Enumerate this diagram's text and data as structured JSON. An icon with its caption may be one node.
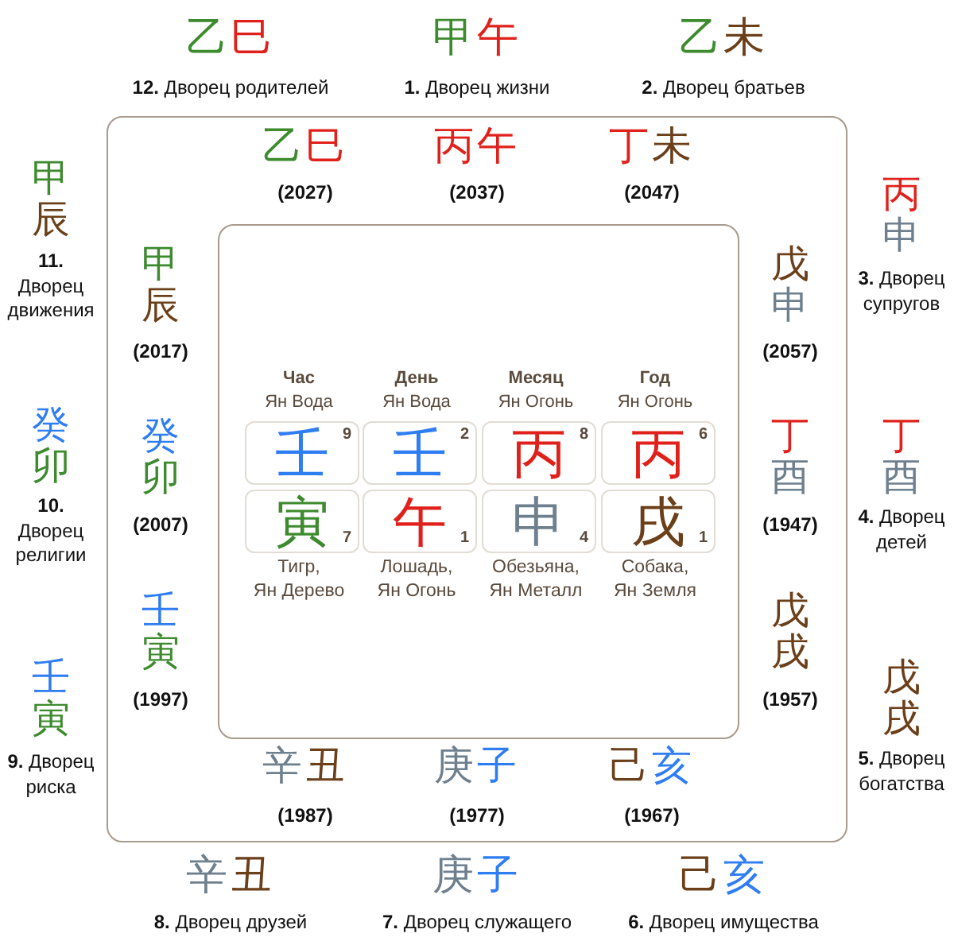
{
  "diagram": {
    "nodes": [
      {
        "text": [],
        "shape": "box"
      },
      {
        "text": [],
        "shape": "box",
        "in": 0
      },
      {
        "text": [
          "壬",
          "9"
        ],
        "in": 1
      },
      {
        "text": [
          "壬",
          "2"
        ],
        "in": 1
      },
      {
        "text": [
          "丙",
          "8"
        ],
        "in": 1
      },
      {
        "text": [
          "丙",
          "6"
        ],
        "in": 1
      },
      {
        "text": [
          "寅",
          "7"
        ],
        "in": 1
      },
      {
        "text": [
          "午",
          "1"
        ],
        "in": 1
      },
      {
        "text": [
          "申",
          "4"
        ],
        "in": 1
      },
      {
        "text": [
          "戌",
          "1"
        ],
        "in": 1
      }
    ],
    "labels": [
      "乙巳",
      "甲午",
      "乙未",
      "**12.** Дворец родителей",
      "**1.** Дворец жизни",
      "**2.** Дворец братьев",
      "乙巳",
      "丙午",
      "丁未",
      "(2027)",
      "(2037)",
      "(2047)",
      "甲辰",
      "**11.** Дворец движения",
      "丙申",
      "**3.** Дворец супругов",
      "甲辰",
      "(2017)",
      "戊申",
      "(2057)",
      "Час",
      "День",
      "Месяц",
      "Год",
      "Ян Вода",
      "Ян Вода",
      "Ян Огонь",
      "Ян Огонь",
      "癸卯",
      "**10.** Дворец религии",
      "癸卯",
      "(2007)",
      "丁酉",
      "(1947)",
      "丁酉",
      "**4.** Дворец детей",
      "Тигр, Ян Дерево",
      "Лошадь, Ян Огонь",
      "Обезьяна, Ян Металл",
      "Собака, Ян Земля",
      "壬寅",
      "(1997)",
      "戊戌",
      "(1957)",
      "壬寅",
      "戊戌",
      "**9.** Дворец риска",
      "辛丑",
      "庚子",
      "己亥",
      "**5.** Дворец богатства",
      "(1987)",
      "(1977)",
      "(1967)",
      "辛丑",
      "庚子",
      "己亥",
      "**8.** Дворец друзей",
      "**7.** Дворец служащего",
      "**6.** Дворец имущества"
    ]
  }
}
